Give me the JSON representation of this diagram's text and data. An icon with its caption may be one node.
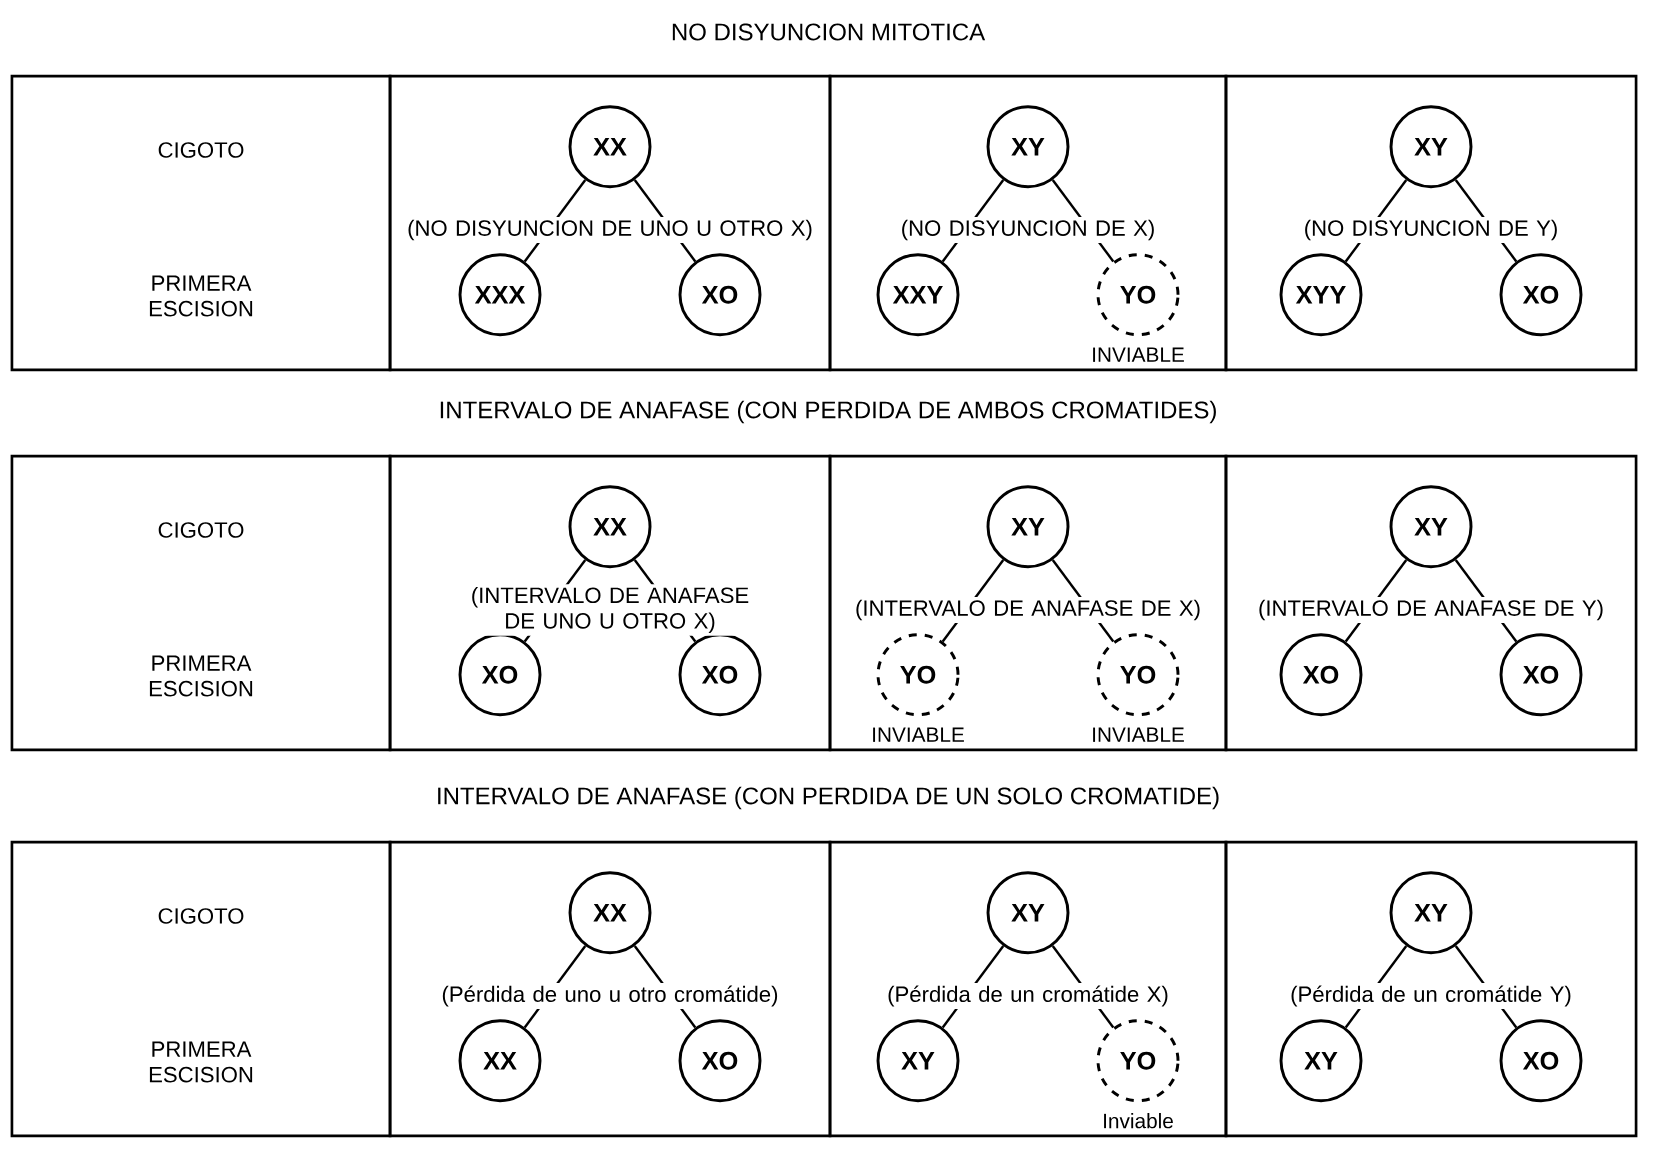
{
  "diagram": {
    "nodes": [
      {
        "text": [
          "CIGOTO",
          "PRIMERA ESCISION"
        ]
      },
      {
        "text": [],
        "shape": "box"
      },
      {
        "text": [
          "XX"
        ],
        "in": 1
      },
      {
        "text": [
          "XXX"
        ],
        "in": 1
      },
      {
        "text": [
          "XO"
        ],
        "in": 1
      },
      {
        "text": [],
        "shape": "box"
      },
      {
        "text": [
          "XY"
        ],
        "in": 5
      },
      {
        "text": [
          "XXY"
        ],
        "in": 5
      },
      {
        "text": [
          "YO"
        ],
        "in": 5,
        "beside": [
          "INVIABLE"
        ]
      },
      {
        "text": [],
        "shape": "box"
      },
      {
        "text": [
          "XY"
        ],
        "in": 9
      },
      {
        "text": [
          "XYY"
        ],
        "in": 9
      },
      {
        "text": [
          "XO"
        ],
        "in": 9
      },
      {
        "text": [
          "CIGOTO",
          "PRIMERA ESCISION"
        ]
      },
      {
        "text": [],
        "shape": "box"
      },
      {
        "text": [
          "XX"
        ],
        "in": 14
      },
      {
        "text": [
          "XO"
        ],
        "in": 14
      },
      {
        "text": [
          "XO"
        ],
        "in": 14
      },
      {
        "text": [],
        "shape": "box"
      },
      {
        "text": [
          "XY"
        ],
        "in": 18
      },
      {
        "text": [
          "YO"
        ],
        "in": 18,
        "beside": [
          "INVIABLE"
        ]
      },
      {
        "text": [
          "YO"
        ],
        "in": 18,
        "beside": [
          "INVIABLE"
        ]
      },
      {
        "text": [],
        "shape": "box"
      },
      {
        "text": [
          "XY"
        ],
        "in": 22
      },
      {
        "text": [
          "XO"
        ],
        "in": 22
      },
      {
        "text": [
          "XO"
        ],
        "in": 22
      },
      {
        "text": [
          "CIGOTO",
          "PRIMERA ESCISION"
        ]
      },
      {
        "text": [],
        "shape": "box"
      },
      {
        "text": [
          "XX"
        ],
        "in": 27
      },
      {
        "text": [
          "XX"
        ],
        "in": 27
      },
      {
        "text": [
          "XO"
        ],
        "in": 27
      },
      {
        "text": [],
        "shape": "box"
      },
      {
        "text": [
          "XY"
        ],
        "in": 31
      },
      {
        "text": [
          "XY"
        ],
        "in": 31
      },
      {
        "text": [
          "YO"
        ],
        "in": 31,
        "beside": [
          "Inviable"
        ]
      },
      {
        "text": [],
        "shape": "box"
      },
      {
        "text": [
          "XY"
        ],
        "in": 35
      },
      {
        "text": [
          "XY"
        ],
        "in": 35
      },
      {
        "text": [
          "XO"
        ],
        "in": 35
      }
    ],
    "edges": [
      {
        "from": 2,
        "to": 3,
        "arrow": "none"
      },
      {
        "from": 2,
        "to": 4,
        "arrow": "none"
      },
      {
        "from": 6,
        "to": 7,
        "arrow": "none"
      },
      {
        "from": 6,
        "to": 8,
        "arrow": "none"
      },
      {
        "from": 10,
        "to": 11,
        "arrow": "none"
      },
      {
        "from": 10,
        "to": 12,
        "arrow": "none"
      },
      {
        "from": 15,
        "to": 16,
        "arrow": "none"
      },
      {
        "from": 15,
        "to": 17,
        "arrow": "none"
      },
      {
        "from": 19,
        "to": 20,
        "arrow": "none"
      },
      {
        "from": 19,
        "to": 21,
        "arrow": "none"
      },
      {
        "from": 23,
        "to": 24,
        "arrow": "none"
      },
      {
        "from": 23,
        "to": 25,
        "arrow": "none"
      },
      {
        "from": 28,
        "to": 29,
        "arrow": "none"
      },
      {
        "from": 28,
        "to": 30,
        "arrow": "none"
      },
      {
        "from": 32,
        "to": 33,
        "arrow": "none"
      },
      {
        "from": 32,
        "to": 34,
        "arrow": "none"
      },
      {
        "from": 36,
        "to": 37,
        "arrow": "none"
      },
      {
        "from": 36,
        "to": 38,
        "arrow": "none"
      }
    ],
    "labels": [
      "NO DISYUNCION MITOTICA",
      "(NO DISYUNCION DE UNO U OTRO X)",
      "(NO DISYUNCION DE X)",
      "(NO DISYUNCION DE Y)",
      "INTERVALO DE ANAFASE (CON PERDIDA DE AMBOS CROMATIDES)",
      "(INTERVALO DE ANAFASE DE UNO U OTRO X)",
      "(INTERVALO DE ANAFASE DE X)",
      "(INTERVALO DE ANAFASE DE Y)",
      "INTERVALO DE ANAFASE (CON PERDIDA DE UN SOLO CROMATIDE)",
      "(Pérdida de uno u otro cromátide)",
      "(Pérdida de un cromátide X)",
      "(Pérdida de un cromátide Y)"
    ]
  }
}
